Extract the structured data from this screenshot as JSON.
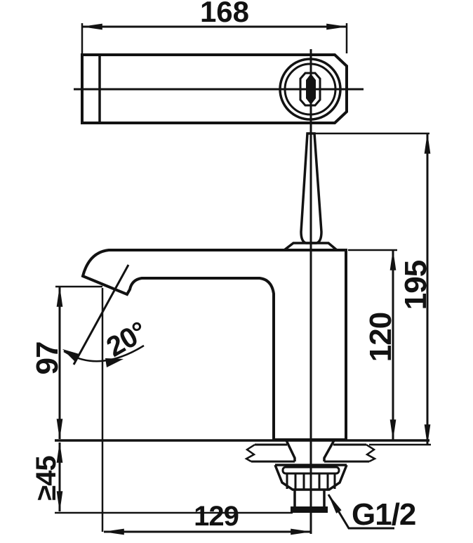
{
  "drawing": {
    "labels": {
      "top_width": "168",
      "overall_height": "195",
      "body_height": "120",
      "spout_height": "97",
      "mounting_clearance": "≥45",
      "spout_reach": "129",
      "spout_angle": "20°",
      "thread_size": "G1/2"
    },
    "colors": {
      "line": "#121212",
      "background": "#ffffff"
    }
  }
}
